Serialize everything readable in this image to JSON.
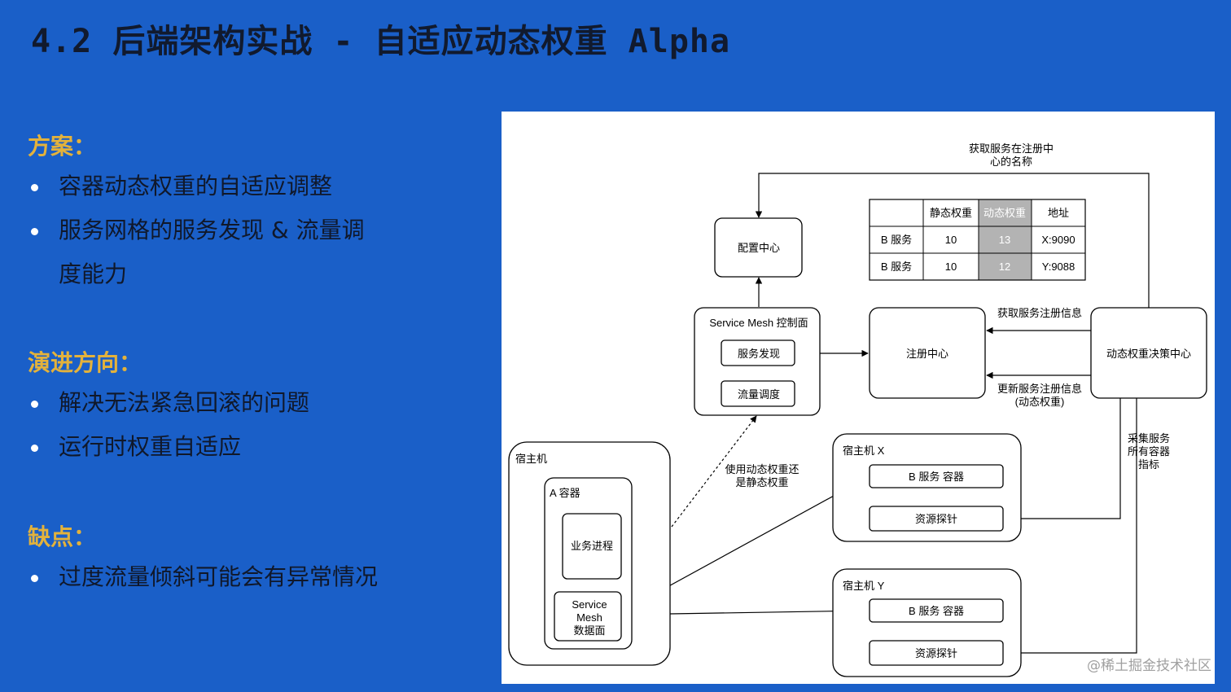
{
  "title": "4.2 后端架构实战 - 自适应动态权重 Alpha",
  "sections": [
    {
      "heading": "方案：",
      "items": [
        "容器动态权重的自适应调整",
        "服务网格的服务发现 & 流量调",
        "度能力"
      ]
    },
    {
      "heading": "演进方向：",
      "items": [
        "解决无法紧急回滚的问题",
        "运行时权重自适应"
      ]
    },
    {
      "heading": "缺点：",
      "items": [
        "过度流量倾斜可能会有异常情况"
      ]
    }
  ],
  "diagram": {
    "config_center": "配置中心",
    "control_plane": {
      "title": "Service Mesh 控制面",
      "discovery": "服务发现",
      "scheduling": "流量调度"
    },
    "registry": "注册中心",
    "decision_center": "动态权重决策中心",
    "table": {
      "headers": [
        "",
        "静态权重",
        "动态权重",
        "地址"
      ],
      "rows": [
        [
          "B 服务",
          "10",
          "13",
          "X:9090"
        ],
        [
          "B 服务",
          "10",
          "12",
          "Y:9088"
        ]
      ]
    },
    "labels": {
      "get_name_1": "获取服务在注册中",
      "get_name_2": "心的名称",
      "get_info": "获取服务注册信息",
      "update_info_1": "更新服务注册信息",
      "update_info_2": "(动态权重)",
      "collect_1": "采集服务",
      "collect_2": "所有容器",
      "collect_3": "指标",
      "use_weight_1": "使用动态权重还",
      "use_weight_2": "是静态权重"
    },
    "host_left": {
      "title": "宿主机",
      "container": "A 容器",
      "process": "业务进程",
      "mesh_1": "Service",
      "mesh_2": "Mesh",
      "mesh_3": "数据面"
    },
    "host_x": {
      "title": "宿主机 X",
      "service": "B 服务 容器",
      "probe": "资源探针"
    },
    "host_y": {
      "title": "宿主机 Y",
      "service": "B 服务 容器",
      "probe": "资源探针"
    }
  },
  "watermark": "@稀土掘金技术社区",
  "colors": {
    "background": "#1a5fc8",
    "heading": "#e3b23c",
    "text": "#10182a",
    "title": "#111a2e",
    "dynamic_cell": "#b3b3b3"
  }
}
